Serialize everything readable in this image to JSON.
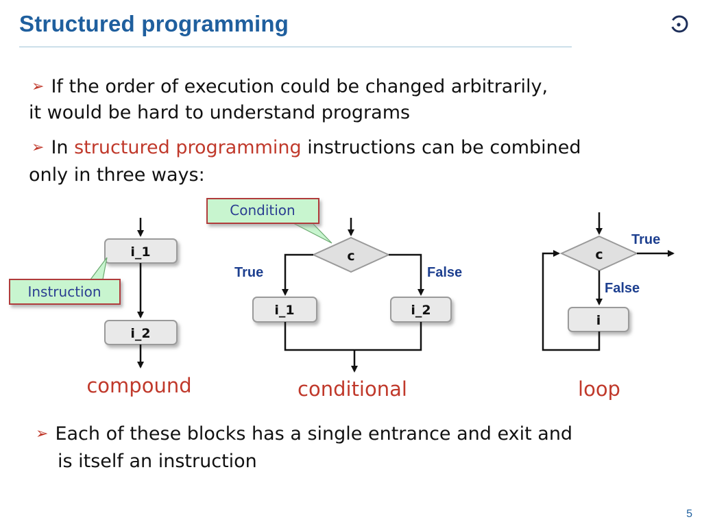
{
  "slide": {
    "title": "Structured programming",
    "page_number": "5"
  },
  "bullets": [
    {
      "lines": [
        "If the order of execution could be changed arbitrarily,",
        "it would be hard to understand programs"
      ]
    },
    {
      "line1_pre": "In ",
      "line1_highlight": "structured programming",
      "line1_post": " instructions can be combined",
      "line2": "only in three ways:"
    },
    {
      "lines": [
        "Each of these blocks has a single entrance and exit and",
        "is itself an instruction"
      ]
    }
  ],
  "diagram": {
    "compound": {
      "box1": "i_1",
      "box2": "i_2",
      "caption": "compound",
      "callout": "Instruction"
    },
    "conditional": {
      "condition": "c",
      "true_label": "True",
      "false_label": "False",
      "box_left": "i_1",
      "box_right": "i_2",
      "caption": "conditional",
      "callout": "Condition"
    },
    "loop": {
      "condition": "c",
      "true_label": "True",
      "false_label": "False",
      "box": "i",
      "caption": "loop"
    }
  },
  "colors": {
    "title": "#1f5f9e",
    "highlight": "#c0392b",
    "callout_fill": "#c8f5cf",
    "callout_border": "#b03a3a",
    "box_fill": "#e9e9e9",
    "tf_label": "#1d3f8f"
  }
}
